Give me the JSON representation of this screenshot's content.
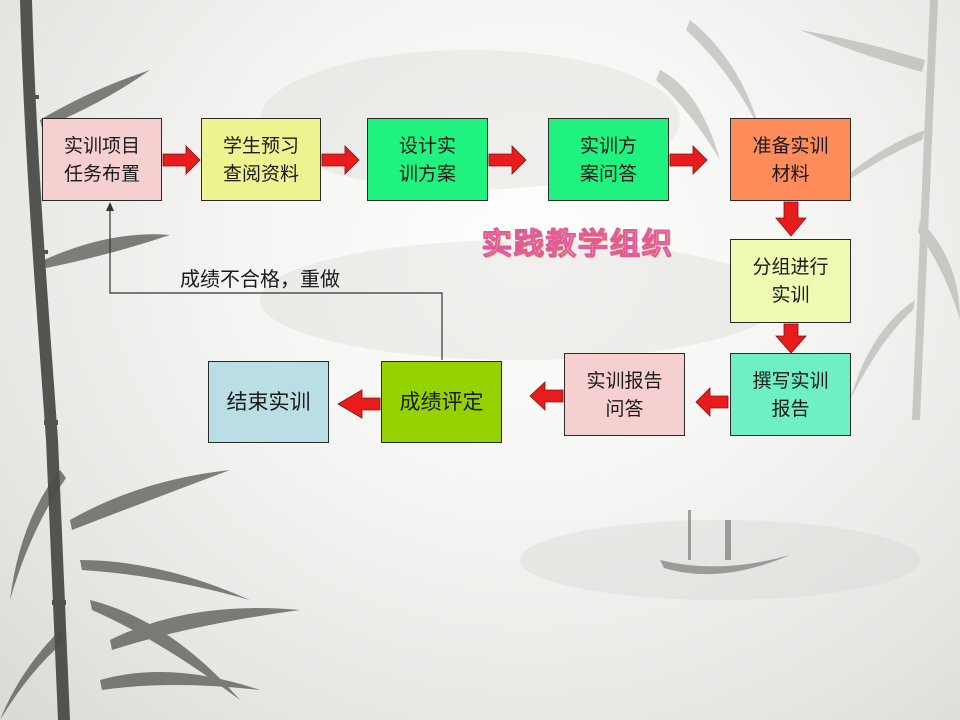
{
  "nodes": {
    "n1": "实训项目\n任务布置",
    "n2": "学生预习\n查阅资料",
    "n3": "设计实\n训方案",
    "n4": "实训方\n案问答",
    "n5": "准备实训\n材料",
    "n6": "分组进行\n实训",
    "n7": "撰写实训\n报告",
    "n8": "实训报告\n问答",
    "n9": "成绩评定",
    "n10": "结束实训"
  },
  "feedback_label": "成绩不合格，重做",
  "wordart": "实践教学组织",
  "colors": {
    "n1": "#f6cfd0",
    "n2": "#edf48f",
    "n3": "#1ff27e",
    "n4": "#1ff27e",
    "n5": "#ff8c5a",
    "n6": "#f1fab2",
    "n7": "#6ef0c4",
    "n8": "#f6cfd0",
    "n9": "#94d300",
    "n10": "#b9dfe4",
    "arrow": "#e81c1c"
  }
}
